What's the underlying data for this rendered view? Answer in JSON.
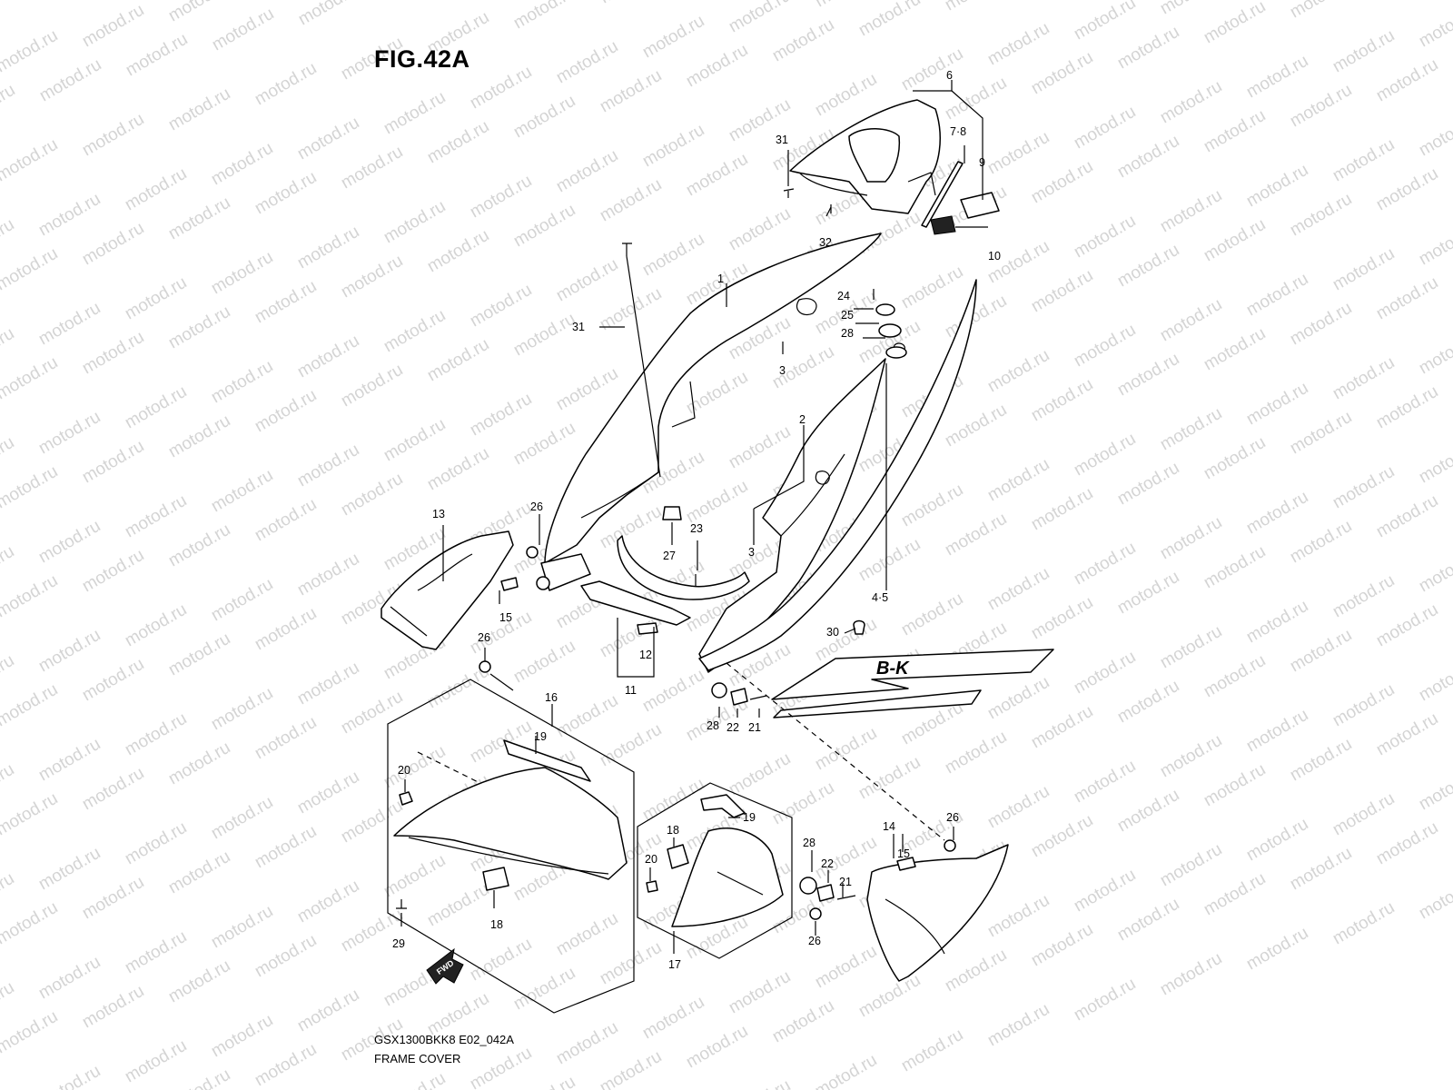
{
  "figure_title": "FIG.42A",
  "model_code": "GSX1300BKK8 E02_042A",
  "caption": "FRAME COVER",
  "watermark_text": "motod.ru",
  "fwd_label": "FWD",
  "decal_text": "B-K",
  "callouts": {
    "c1": "1",
    "c2": "2",
    "c3a": "3",
    "c3b": "3",
    "c45": "4·5",
    "c6": "6",
    "c78": "7·8",
    "c9": "9",
    "c10": "10",
    "c11": "11",
    "c12": "12",
    "c13": "13",
    "c14": "14",
    "c15a": "15",
    "c15b": "15",
    "c16": "16",
    "c17": "17",
    "c18a": "18",
    "c18b": "18",
    "c19a": "19",
    "c19b": "19",
    "c20a": "20",
    "c20b": "20",
    "c21a": "21",
    "c21b": "21",
    "c22a": "22",
    "c22b": "22",
    "c23": "23",
    "c24": "24",
    "c25": "25",
    "c26a": "26",
    "c26b": "26",
    "c26c": "26",
    "c26d": "26",
    "c27": "27",
    "c28a": "28",
    "c28b": "28",
    "c28c": "28",
    "c29": "29",
    "c30": "30",
    "c31a": "31",
    "c31b": "31",
    "c32": "32"
  }
}
